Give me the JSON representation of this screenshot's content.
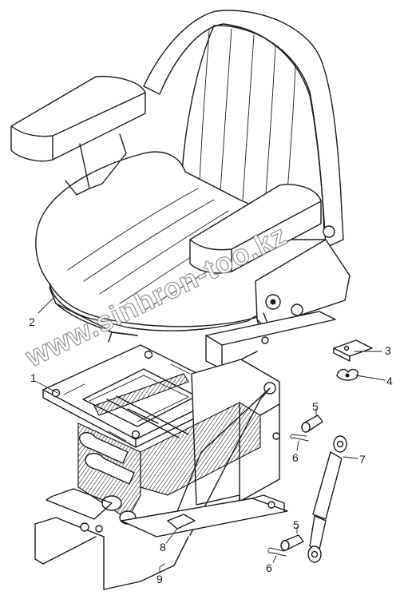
{
  "watermark": "www.sinhron-too.kz",
  "callouts": [
    {
      "id": "1",
      "text": "1"
    },
    {
      "id": "2",
      "text": "2"
    },
    {
      "id": "3",
      "text": "3"
    },
    {
      "id": "4",
      "text": "4"
    },
    {
      "id": "5a",
      "text": "5"
    },
    {
      "id": "6a",
      "text": "6"
    },
    {
      "id": "7",
      "text": "7"
    },
    {
      "id": "5b",
      "text": "5"
    },
    {
      "id": "6b",
      "text": "6"
    },
    {
      "id": "8",
      "text": "8"
    },
    {
      "id": "9",
      "text": "9"
    }
  ]
}
